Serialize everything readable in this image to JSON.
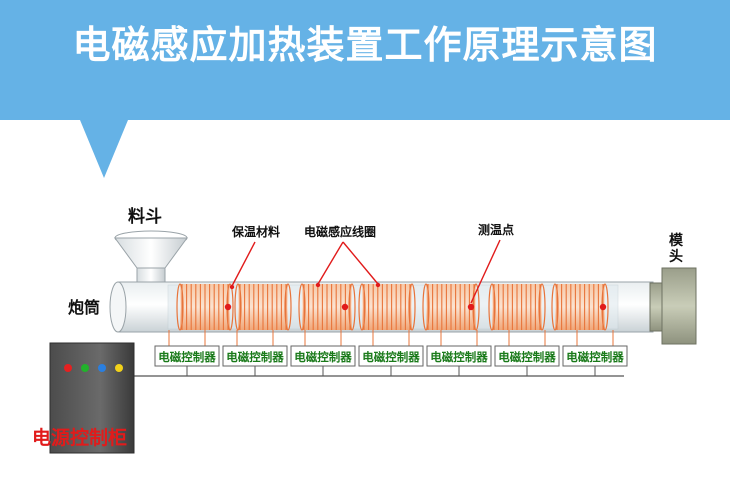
{
  "title": "电磁感应加热装置工作原理示意图",
  "labels": {
    "hopper": "料斗",
    "barrel": "炮筒",
    "insulation": "保温材料",
    "coil": "电磁感应线圈",
    "temp_point": "测温点",
    "die": "模头",
    "cabinet": "电源控制柜"
  },
  "controllers": [
    "电磁控制器",
    "电磁控制器",
    "电磁控制器",
    "电磁控制器",
    "电磁控制器",
    "电磁控制器",
    "电磁控制器"
  ],
  "colors": {
    "banner": "#65b2e6",
    "coil": "#e8743a",
    "controller_text": "#1a7a1a",
    "cabinet_label": "#e11b1b",
    "indicator_red": "#e62020",
    "indicator_green": "#22b22b",
    "indicator_blue": "#2a7fe0",
    "indicator_yellow": "#f2d21a"
  }
}
